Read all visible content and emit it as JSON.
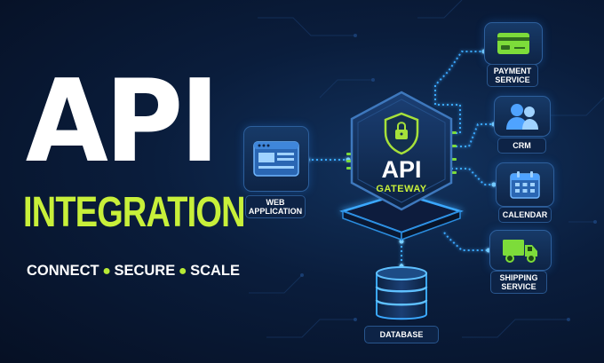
{
  "title": {
    "main": "API",
    "sub": "INTEGRATION"
  },
  "tagline": [
    "CONNECT",
    "SECURE",
    "SCALE"
  ],
  "gateway": {
    "line1": "API",
    "line2": "GATEWAY"
  },
  "nodes": {
    "web": {
      "label": "WEB APPLICATION",
      "icon": "browser-window-icon"
    },
    "payment": {
      "label": "PAYMENT SERVICE",
      "icon": "credit-card-icon"
    },
    "crm": {
      "label": "CRM",
      "icon": "users-icon"
    },
    "calendar": {
      "label": "CALENDAR",
      "icon": "calendar-icon"
    },
    "shipping": {
      "label": "SHIPPING SERVICE",
      "icon": "truck-icon"
    },
    "database": {
      "label": "DATABASE",
      "icon": "database-icon"
    }
  },
  "colors": {
    "accent": "#c8f03a",
    "glow": "#2f9bff",
    "shield": "#a6e13a",
    "background": "#071226"
  }
}
